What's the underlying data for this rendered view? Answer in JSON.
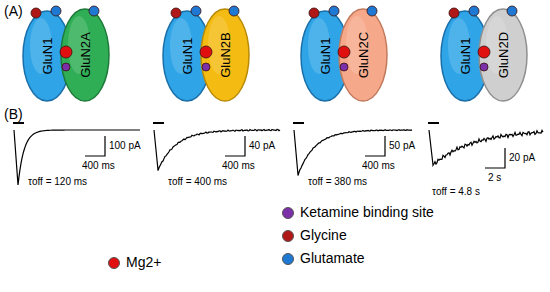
{
  "diagram": {
    "nodes": [
      {
        "text": [
          "GluN1"
        ]
      },
      {
        "text": [
          "GluN2A"
        ]
      },
      {
        "text": [
          "GluN1"
        ]
      },
      {
        "text": [
          "GluN2B"
        ]
      },
      {
        "text": [
          "GluN1"
        ]
      },
      {
        "text": [
          "GluN2C"
        ]
      },
      {
        "text": [
          "GluN1"
        ]
      },
      {
        "text": [
          "GluN2D"
        ]
      }
    ],
    "labels": [
      "(A)",
      "(B)",
      "τoff = 120 ms",
      "100 pA",
      "400 ms",
      "τoff = 400 ms",
      "40 pA",
      "400 ms",
      "τoff = 380 ms",
      "50 pA",
      "400 ms",
      "τoff = 4.8 s",
      "20 pA",
      "2 s"
    ],
    "legend": [
      {
        "text": "Ketamine binding site",
        "color": "#7b2fa8"
      },
      {
        "text": "Glycine",
        "color": "#b01818"
      },
      {
        "text": "Mg2+",
        "color": "#e01010"
      },
      {
        "text": "Glutamate",
        "color": "#1f78d1"
      }
    ]
  }
}
